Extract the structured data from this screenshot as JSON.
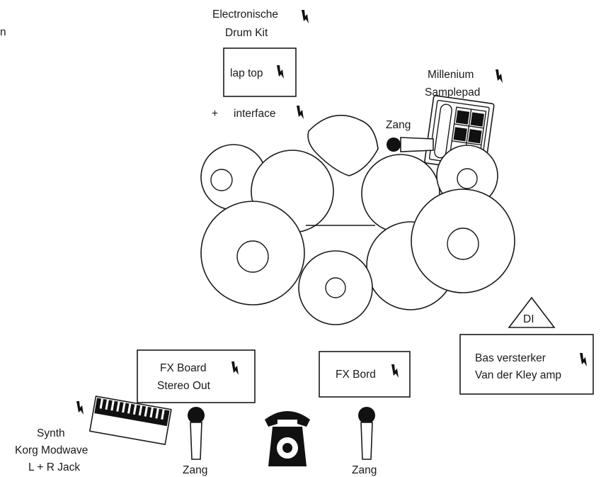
{
  "labels": {
    "corner_fragment": "n",
    "electronic_kit_line1": "Electronische",
    "electronic_kit_line2": "Drum Kit",
    "laptop": "lap top",
    "plus": "+",
    "interface": "interface",
    "millenium_line1": "Millenium",
    "millenium_line2": "Samplepad",
    "vocal_drums": "Zang",
    "di": "DI",
    "bass_line1": "Bas versterker",
    "bass_line2": "Van der Kley amp",
    "fx_board_line1": "FX Board",
    "fx_board_line2": "Stereo Out",
    "fx_bord": "FX Bord",
    "synth_line1": "Synth",
    "synth_line2": "Korg Modwave",
    "synth_line3": "L + R Jack",
    "vocal_left": "Zang",
    "vocal_right": "Zang"
  },
  "icons": [
    "power-bolt-icon",
    "microphone-icon",
    "telephone-icon",
    "keyboard-icon",
    "drum-pad-icon",
    "cymbal-icon"
  ],
  "colors": {
    "ink": "#1a1a1a",
    "background": "#ffffff"
  }
}
